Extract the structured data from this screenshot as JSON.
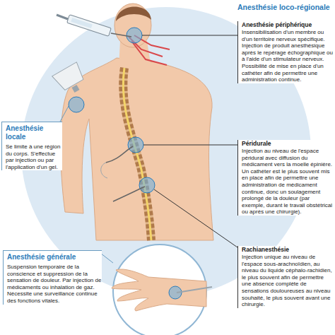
{
  "diagram": {
    "nodes": [
      {
        "text": [
          "Anesthésie loco-régionale"
        ]
      },
      {
        "text": [
          "Anesthésie périphérique",
          "Insensibilisation d'un membre ou d'un territoire nerveux spécifique. Injection de produit anesthésique après le repérage échographique ou à l'aide d'un stimulateur nerveux. Possibilité de mise en place d'un cathéter afin de permettre une administration continue."
        ],
        "in": 0
      },
      {
        "text": [
          "Péridurale",
          "Injection au niveau de l'espace péridural avec diffusion du médicament vers la moelle épinière. Un cathéter est le plus souvent mis en place afin de permettre une administration de médicament continue, donc un soulagement prolongé de la douleur (par exemple, durant le travail obstétrical ou après une chirurgie)."
        ],
        "in": 0
      },
      {
        "text": [
          "Rachianesthésie",
          "Injection unique au niveau de l'espace sous-arachnoïdien, au niveau du liquide céphalo-rachidien, le plus souvent afin de permettre une absence complète de sensations douloureuses au niveau souhaité, le plus souvent avant une chirurgie."
        ],
        "in": 0
      },
      {
        "text": [
          "Anesthésie locale",
          "Se limite à une région du corps. S'effectue par injection ou par l'application d'un gel."
        ]
      },
      {
        "text": [
          "Anesthésie générale",
          "Suspension temporaire de la conscience et suppression de la sensation de douleur. Par injection de médicaments ou inhalation de gaz. Nécessite une surveillance continue des fonctions vitales."
        ]
      }
    ]
  }
}
